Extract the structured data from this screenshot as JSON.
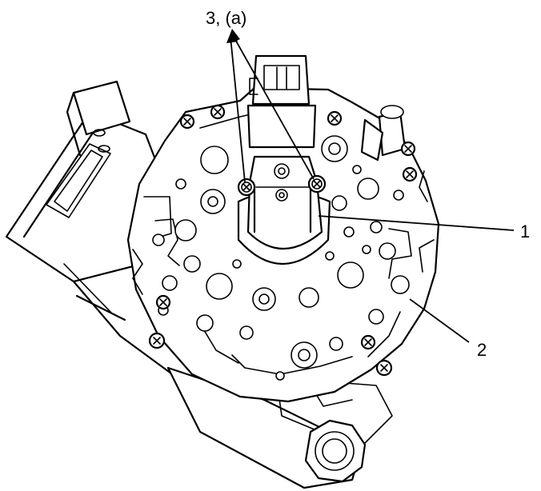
{
  "callouts": {
    "part_3a": "3, (a)",
    "part_1": "1",
    "part_2": "2"
  },
  "colors": {
    "line": "#000000",
    "background": "#ffffff"
  }
}
